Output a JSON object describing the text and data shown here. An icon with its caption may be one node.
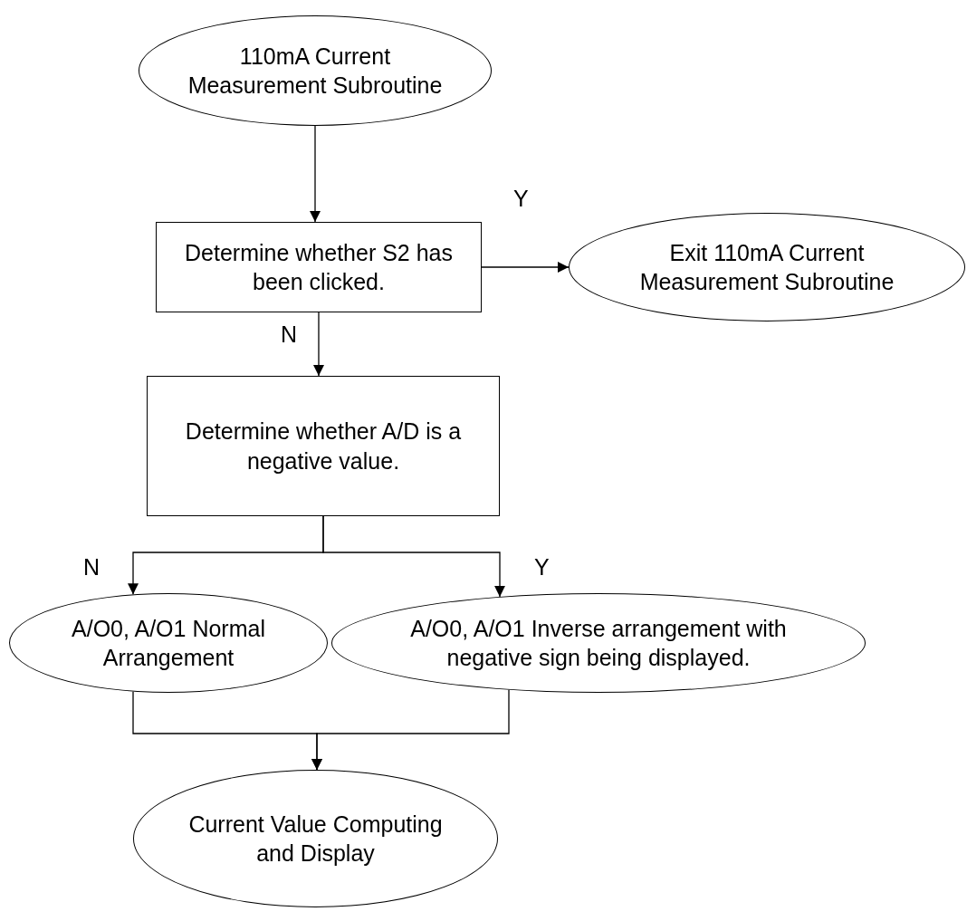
{
  "diagram": {
    "nodes": [
      {
        "text": [
          "110mA Current Measurement Subroutine"
        ]
      },
      {
        "text": [
          "Determine whether S2 has been clicked."
        ]
      },
      {
        "text": [
          "Exit 110mA Current Measurement Subroutine"
        ]
      },
      {
        "text": [
          "Determine whether A/D is a negative value."
        ]
      },
      {
        "text": [
          "A/O0, A/O1 Normal Arrangement"
        ]
      },
      {
        "text": [
          "A/O0, A/O1 Inverse arrangement with negative sign being displayed."
        ]
      },
      {
        "text": [
          "Current Value Computing and Display"
        ]
      }
    ],
    "edges": [
      {
        "from": 0,
        "to": 1,
        "arrow": "to"
      },
      {
        "from": 1,
        "to": 2,
        "arrow": "to",
        "label": "Y"
      },
      {
        "from": 1,
        "to": 3,
        "arrow": "to",
        "label": "N"
      },
      {
        "from": 3,
        "to": 4,
        "arrow": "to",
        "label": "N"
      },
      {
        "from": 3,
        "to": 5,
        "arrow": "to",
        "label": "Y"
      },
      {
        "from": 4,
        "to": 6,
        "arrow": "to"
      },
      {
        "from": 5,
        "to": 6,
        "arrow": "to"
      }
    ]
  }
}
